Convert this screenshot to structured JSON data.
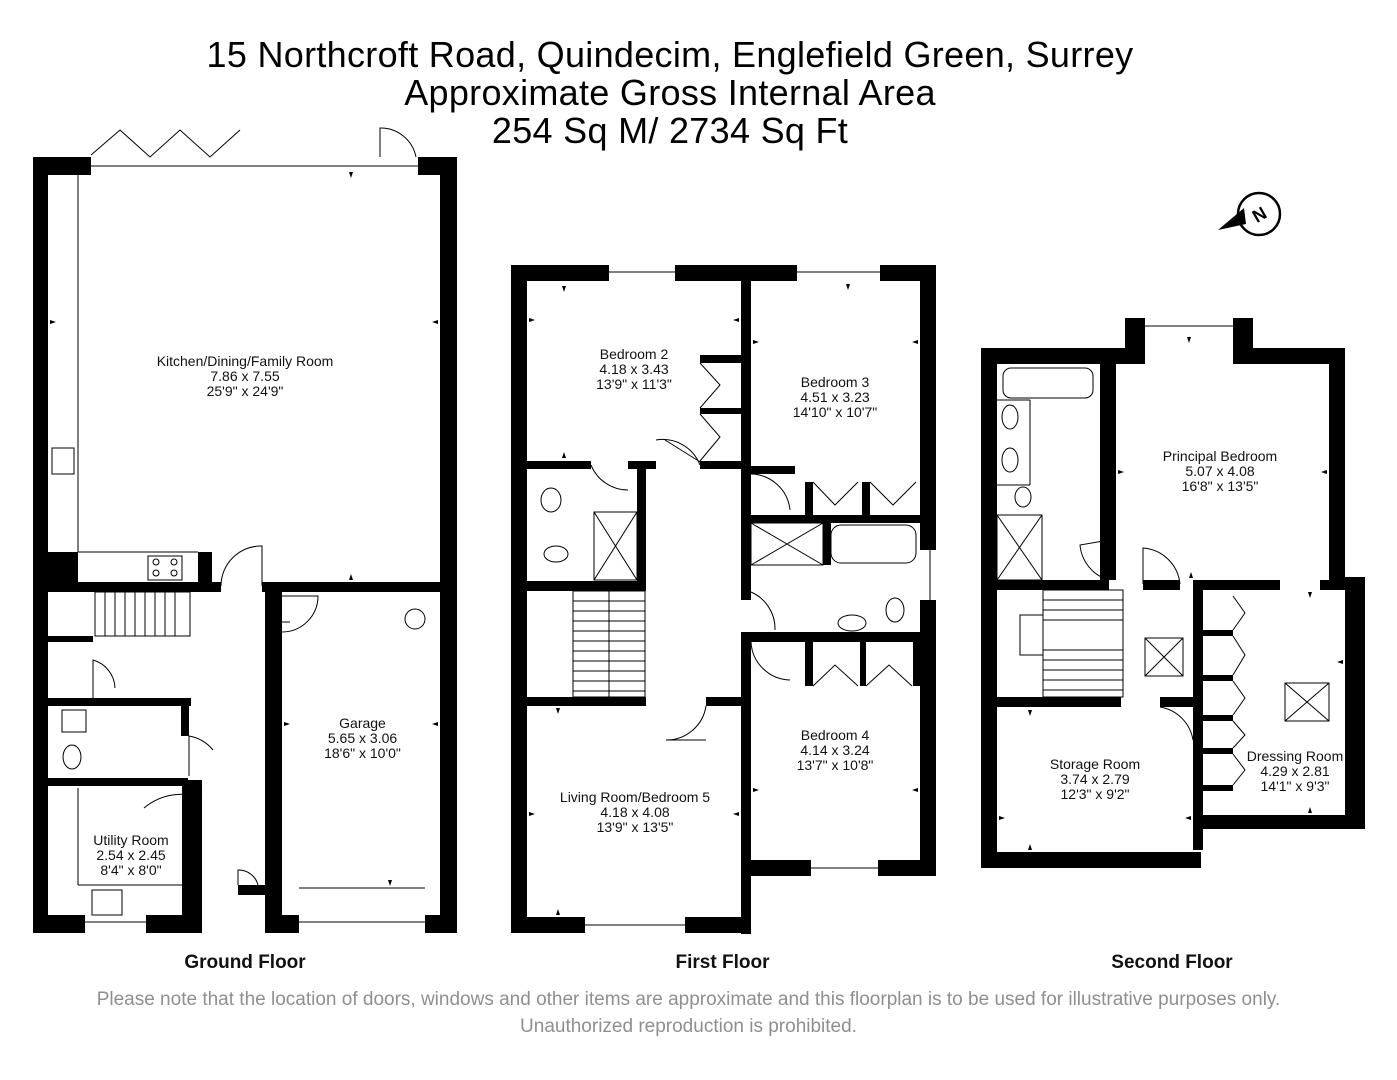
{
  "header": {
    "address": "15 Northcroft Road, Quindecim, Englefield Green, Surrey",
    "area_title": "Approximate Gross Internal Area",
    "area_value": "254 Sq M/ 2734 Sq Ft"
  },
  "floors": {
    "ground": "Ground Floor",
    "first": "First Floor",
    "second": "Second Floor"
  },
  "rooms": {
    "kitchen": {
      "name": "Kitchen/Dining/Family Room",
      "metric": "7.86 x 7.55",
      "imperial": "25'9\" x 24'9\""
    },
    "garage": {
      "name": "Garage",
      "metric": "5.65 x 3.06",
      "imperial": "18'6\" x 10'0\""
    },
    "utility": {
      "name": "Utility Room",
      "metric": "2.54 x 2.45",
      "imperial": "8'4\" x 8'0\""
    },
    "bedroom2": {
      "name": "Bedroom 2",
      "metric": "4.18 x 3.43",
      "imperial": "13'9\" x 11'3\""
    },
    "bedroom3": {
      "name": "Bedroom 3",
      "metric": "4.51 x 3.23",
      "imperial": "14'10\" x 10'7\""
    },
    "bedroom4": {
      "name": "Bedroom 4",
      "metric": "4.14 x 3.24",
      "imperial": "13'7\" x 10'8\""
    },
    "living": {
      "name": "Living Room/Bedroom 5",
      "metric": "4.18 x 4.08",
      "imperial": "13'9\" x 13'5\""
    },
    "principal": {
      "name": "Principal Bedroom",
      "metric": "5.07 x 4.08",
      "imperial": "16'8\" x 13'5\""
    },
    "storage": {
      "name": "Storage Room",
      "metric": "3.74 x 2.79",
      "imperial": "12'3\" x 9'2\""
    },
    "dressing": {
      "name": "Dressing Room",
      "metric": "4.29 x 2.81",
      "imperial": "14'1\" x 9'3\""
    }
  },
  "compass": {
    "letter": "N",
    "icon": "compass-north-icon"
  },
  "disclaimer": "Please note that the location of doors, windows and other items are approximate and this floorplan is to be used for illustrative purposes only. Unauthorized reproduction is prohibited.",
  "colors": {
    "wall": "#000000",
    "fixture": "#555555",
    "disclaimer": "#8f8f8f"
  }
}
